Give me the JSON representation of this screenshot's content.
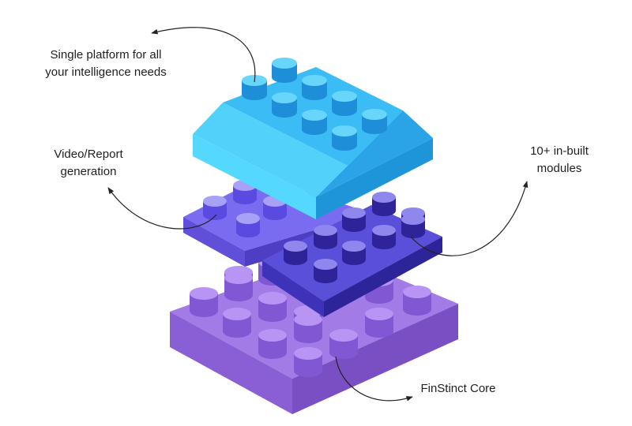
{
  "labels": {
    "top_line1": "Single platform for all",
    "top_line2": "your intelligence needs",
    "left_line1": "Video/Report",
    "left_line2": "generation",
    "right_line1": "10+ in-built",
    "right_line2": "modules",
    "bottom": "FinStinct Core"
  },
  "colors": {
    "core_top": "#a27be6",
    "core_left": "#8a5fd6",
    "core_right": "#7a4fc4",
    "mid_top": "#7a6cf0",
    "mid_left": "#5f4fd9",
    "mid_right": "#4d3ec4",
    "mod_top": "#5a4fd8",
    "mod_left": "#3e33b8",
    "mod_right": "#2e2499",
    "roof_top": "#3cbcf4",
    "roof_left": "#52d2fb",
    "roof_right": "#2aa4e6"
  }
}
